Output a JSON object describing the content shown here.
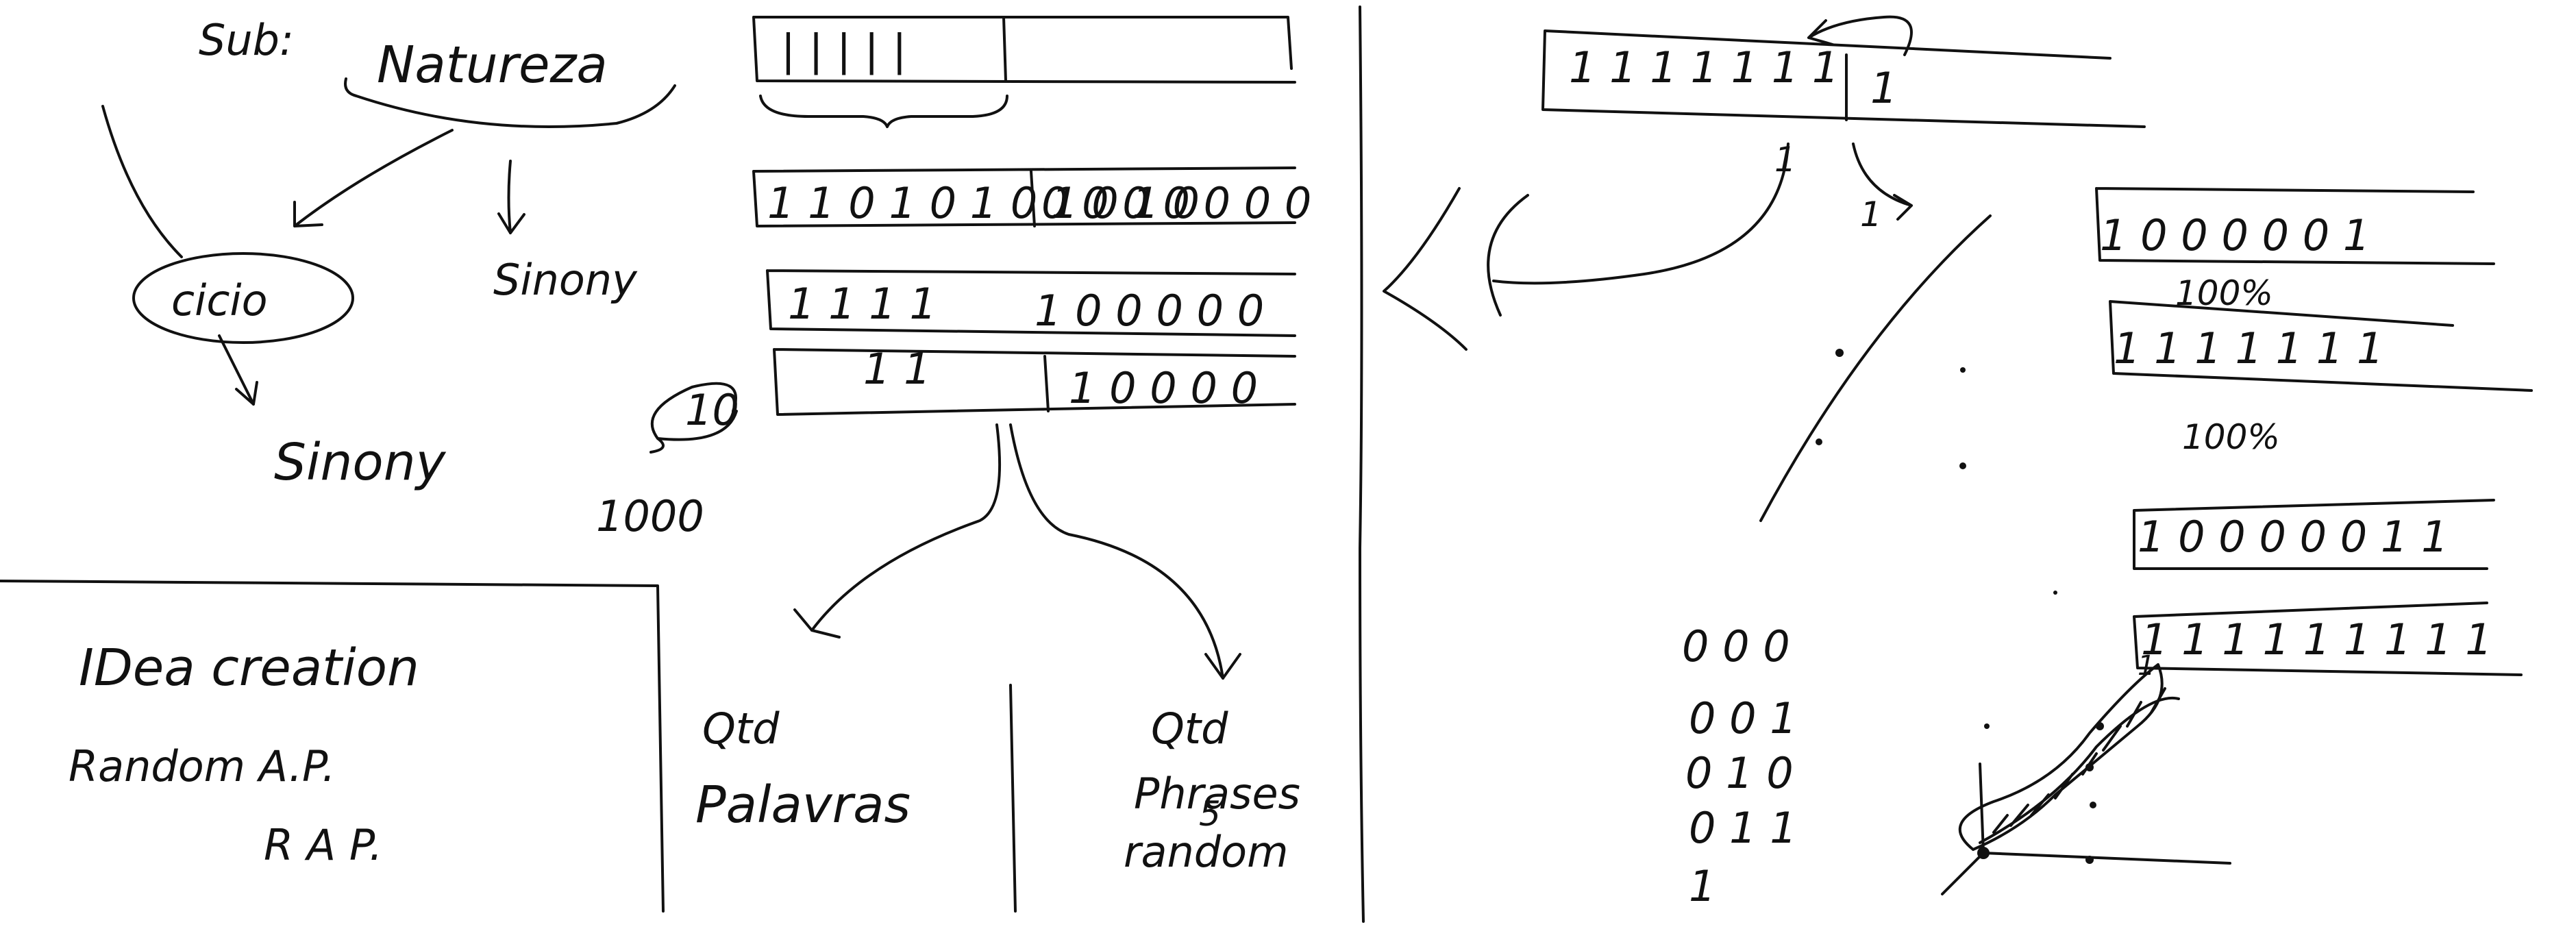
{
  "left_panel": {
    "sub_label": "Sub:",
    "root_word": "Natureza",
    "node_cycle": "cicio",
    "node_synonym_1": "Sinony",
    "node_synonym_2": "Sinony",
    "loop_code": "10",
    "loop_number": "1000"
  },
  "idea_box": {
    "title": "IDea creation",
    "line_1": "Random A.P.",
    "line_2": "R A P."
  },
  "strips": [
    {
      "left": "| | | | |",
      "right": ""
    },
    {
      "left": "1 1 0 1 0 1 0 1 0 1 0",
      "right": "0 0 0 0 0 0 0"
    },
    {
      "left": "1 1 1 1",
      "right": "1 0 0 0 0 0"
    },
    {
      "left": "1    1",
      "right": "1 0 0 0 0"
    }
  ],
  "outputs": {
    "left_line_1": "Qtd",
    "left_line_2": "Palavras",
    "right_line_1": "Qtd",
    "right_line_2": "Phrases",
    "right_line_2_mark": "5",
    "right_line_3": "random"
  },
  "right_panel": {
    "top_bar_left": "1 1 1 1 1 1 1",
    "top_bar_right": "1",
    "branch_mark_1": "1",
    "branch_mark_2": "1",
    "branch_mark_3": "1",
    "rows": [
      {
        "text": "1 0 0 0 0 0 1",
        "percent": "100%"
      },
      {
        "text": "1 1 1 1 1 1 1",
        "percent": "100%"
      },
      {
        "text": "1 0 0 0 0 0 1 1",
        "percent": ""
      },
      {
        "text": "1 1 1 1 1 1 1 1 1",
        "percent": ""
      }
    ],
    "matrix": [
      "0 0 0",
      "0 0 1",
      "0 1 0",
      "0 1 1",
      "1"
    ]
  }
}
